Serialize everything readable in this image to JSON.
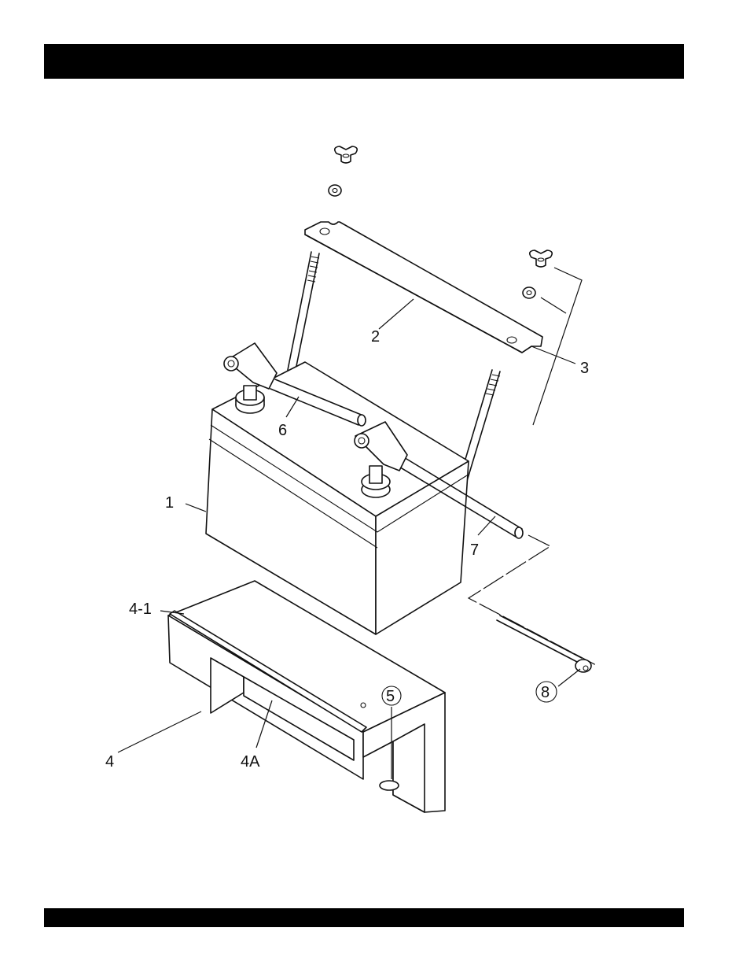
{
  "header": {
    "title": ""
  },
  "footer": {
    "text": ""
  },
  "callouts": {
    "c1": "1",
    "c2": "2",
    "c3": "3",
    "c4": "4",
    "c4_1": "4-1",
    "c4a": "4A",
    "c5": "5",
    "c6": "6",
    "c7": "7",
    "c8": "8"
  }
}
